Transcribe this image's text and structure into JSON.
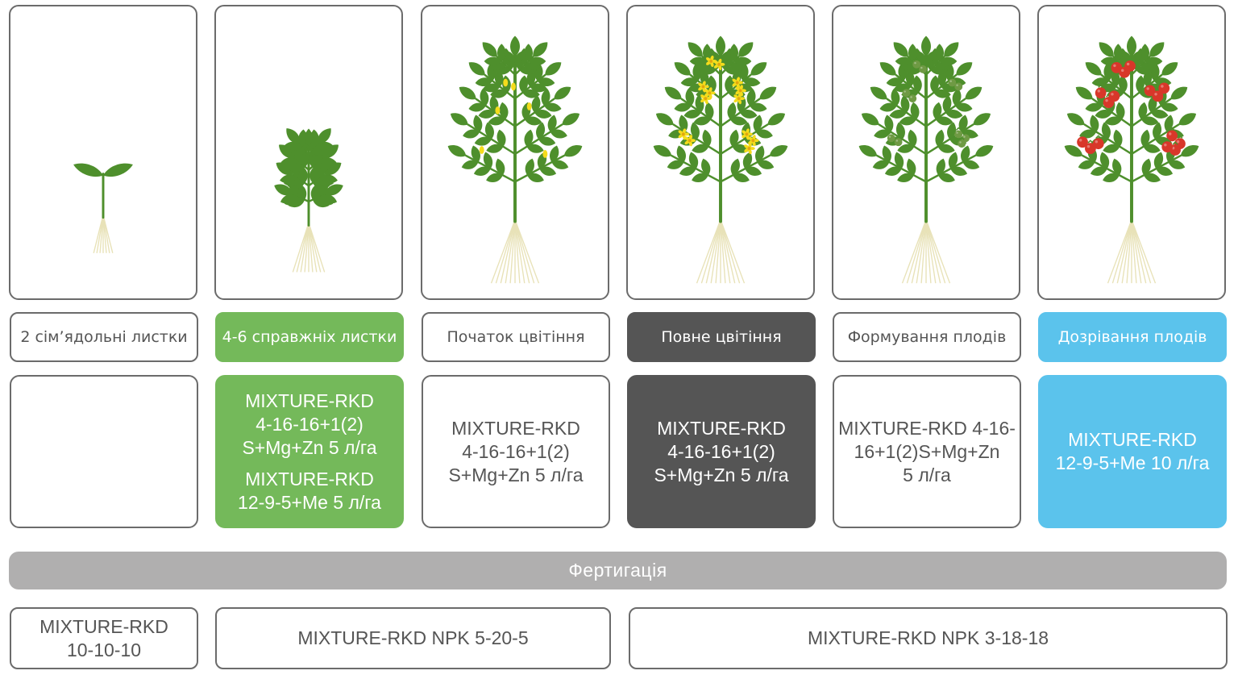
{
  "stages": [
    {
      "label": "2 сім’ядольні листки",
      "style": "plain"
    },
    {
      "label": "4-6 справжніх листки",
      "style": "green"
    },
    {
      "label": "Початок цвітіння",
      "style": "plain"
    },
    {
      "label": "Повне цвітіння",
      "style": "dark"
    },
    {
      "label": "Формування плодів",
      "style": "plain"
    },
    {
      "label": "Дозрівання плодів",
      "style": "blue"
    }
  ],
  "products": [
    {
      "lines": [],
      "style": "plain"
    },
    {
      "lines": [
        "MIXTURE-RKD",
        "4-16-16+1(2)",
        "S+Mg+Zn 5 л/га",
        "MIXTURE-RKD",
        "12-9-5+Me 5 л/га"
      ],
      "style": "green"
    },
    {
      "lines": [
        "MIXTURE-RKD",
        "4-16-16+1(2)",
        "S+Mg+Zn 5 л/га"
      ],
      "style": "plain"
    },
    {
      "lines": [
        "MIXTURE-RKD",
        "4-16-16+1(2)",
        "S+Mg+Zn 5 л/га"
      ],
      "style": "dark"
    },
    {
      "lines": [
        "MIXTURE-RKD 4-16-",
        "16+1(2)S+Mg+Zn",
        "5 л/га"
      ],
      "style": "plain"
    },
    {
      "lines": [
        "MIXTURE-RKD",
        "12-9-5+Me 10 л/га"
      ],
      "style": "blue"
    }
  ],
  "fertigation": {
    "title": "Фертигація",
    "items": [
      {
        "line1": "MIXTURE-RKD",
        "line2": "10-10-10"
      },
      {
        "line1": "MIXTURE-RKD NPK 5-20-5"
      },
      {
        "line1": "MIXTURE-RKD NPK 3-18-18"
      }
    ]
  },
  "colors": {
    "green": "#74b95a",
    "dark": "#555555",
    "blue": "#5bc3ec",
    "bar": "#b0afaf",
    "leaf": "#4e8f2c",
    "flower": "#f4dc1c",
    "fruit_green": "#6f9a44",
    "fruit_red": "#d8372a"
  },
  "illustrations": [
    {
      "stage": "seedling",
      "icon": "seedling-icon"
    },
    {
      "stage": "true-leaves",
      "icon": "young-plant-icon"
    },
    {
      "stage": "flowering-start",
      "icon": "budding-plant-icon"
    },
    {
      "stage": "full-flowering",
      "icon": "flowering-plant-icon"
    },
    {
      "stage": "fruit-setting",
      "icon": "green-fruit-plant-icon"
    },
    {
      "stage": "ripening",
      "icon": "red-fruit-plant-icon"
    }
  ]
}
